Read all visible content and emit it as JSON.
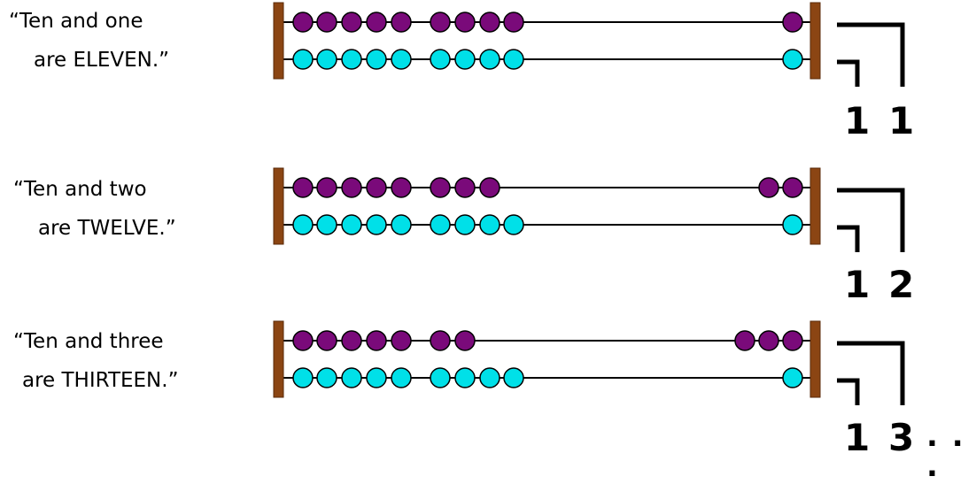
{
  "colors": {
    "purple_bead": "#7a0a7a",
    "cyan_bead": "#00e0e8",
    "frame": "#8b4513",
    "wire": "#000000"
  },
  "rows": [
    {
      "caption_line1": "“Ten and one",
      "caption_line2": "are ELEVEN.”",
      "top_left_beads": 9,
      "top_right_beads": 1,
      "bottom_left_beads": 9,
      "bottom_right_beads": 1,
      "digit_tens": "1",
      "digit_ones": "1"
    },
    {
      "caption_line1": "“Ten and two",
      "caption_line2": "are TWELVE.”",
      "top_left_beads": 8,
      "top_right_beads": 2,
      "bottom_left_beads": 9,
      "bottom_right_beads": 1,
      "digit_tens": "1",
      "digit_ones": "2"
    },
    {
      "caption_line1": "“Ten and three",
      "caption_line2": "are THIRTEEN.”",
      "top_left_beads": 7,
      "top_right_beads": 3,
      "bottom_left_beads": 9,
      "bottom_right_beads": 1,
      "digit_tens": "1",
      "digit_ones": "3"
    }
  ],
  "ellipsis": ". . ."
}
